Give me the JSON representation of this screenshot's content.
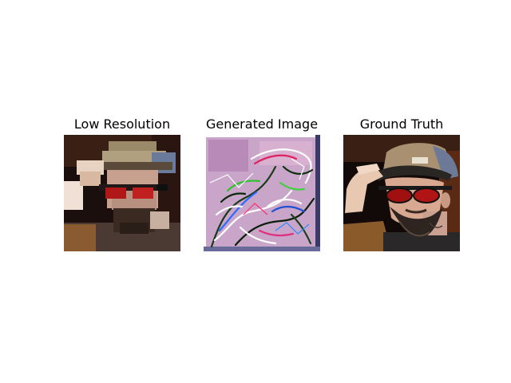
{
  "figure": {
    "panels": [
      {
        "title": "Low Resolution",
        "image": "pixelated-face-photo"
      },
      {
        "title": "Generated Image",
        "image": "noisy-artifact-reconstruction"
      },
      {
        "title": "Ground Truth",
        "image": "face-photo-cap-sunglasses"
      }
    ]
  }
}
